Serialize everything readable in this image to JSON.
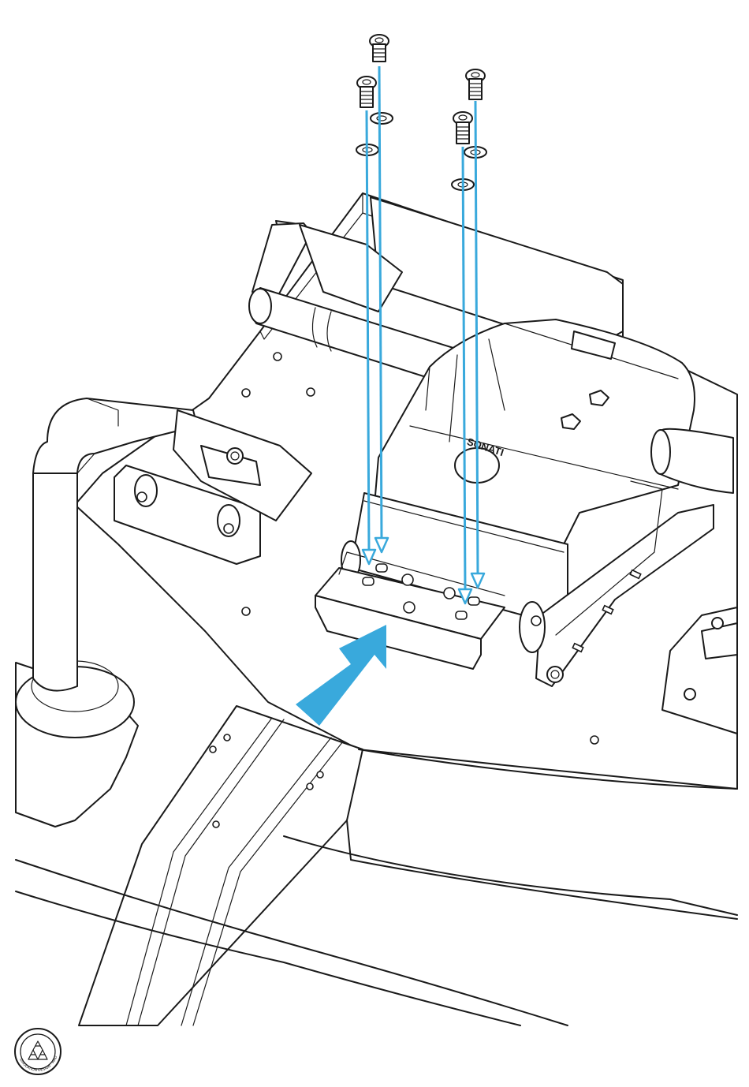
{
  "figure": {
    "brand_mark": "SONATI",
    "seal_text": "SIMULATION DESIGN · MADE IN GERMANY",
    "screw_count": 4,
    "washer_count": 4
  },
  "colors": {
    "arrow": "#39a9dc",
    "line": "#1a1a1a",
    "background": "#ffffff"
  },
  "icons": {
    "seal": "manufacturer-seal-icon",
    "push_arrow": "direction-arrow-icon"
  }
}
